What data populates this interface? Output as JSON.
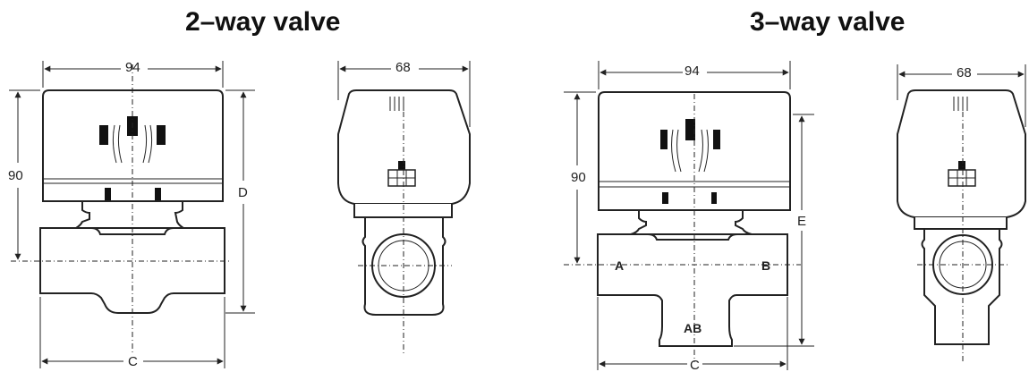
{
  "titles": {
    "two_way": "2–way valve",
    "three_way": "3–way valve"
  },
  "two_way": {
    "front": {
      "width": "94",
      "height": "90",
      "total_height": "D",
      "base_width": "C"
    },
    "side": {
      "width": "68"
    }
  },
  "three_way": {
    "front": {
      "width": "94",
      "height": "90",
      "total_height": "E",
      "base_width": "C",
      "port_a": "A",
      "port_b": "B",
      "port_ab": "AB"
    },
    "side": {
      "width": "68"
    }
  }
}
